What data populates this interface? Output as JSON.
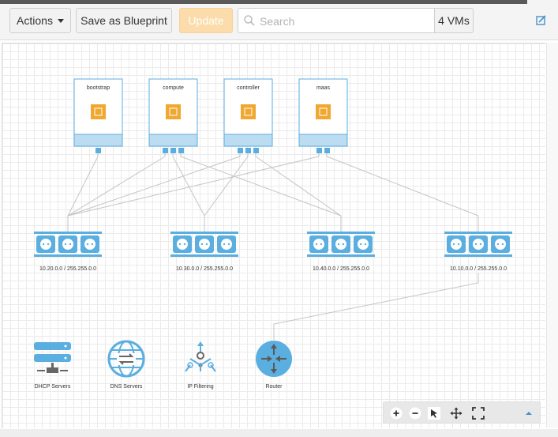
{
  "toolbar": {
    "actions_label": "Actions",
    "save_label": "Save as Blueprint",
    "update_label": "Update",
    "search_placeholder": "Search",
    "vm_count": "4 VMs"
  },
  "vms": [
    {
      "name": "bootstrap",
      "nics": 1
    },
    {
      "name": "compute",
      "nics": 3
    },
    {
      "name": "controller",
      "nics": 3
    },
    {
      "name": "maas",
      "nics": 2
    }
  ],
  "networks": [
    {
      "label": "10.20.0.0 / 255.255.0.0"
    },
    {
      "label": "10.30.0.0 / 255.255.0.0"
    },
    {
      "label": "10.40.0.0 / 255.255.0.0"
    },
    {
      "label": "10.10.0.0 / 255.255.0.0"
    }
  ],
  "services": [
    {
      "label": "DHCP Servers",
      "icon": "dhcp-server-icon"
    },
    {
      "label": "DNS Servers",
      "icon": "dns-globe-icon"
    },
    {
      "label": "IP Filtering",
      "icon": "ip-filtering-icon"
    },
    {
      "label": "Router",
      "icon": "router-icon"
    }
  ],
  "colors": {
    "accent_blue": "#5aaee0",
    "vm_orange": "#f0a830",
    "update_disabled": "#fbdcaa"
  }
}
